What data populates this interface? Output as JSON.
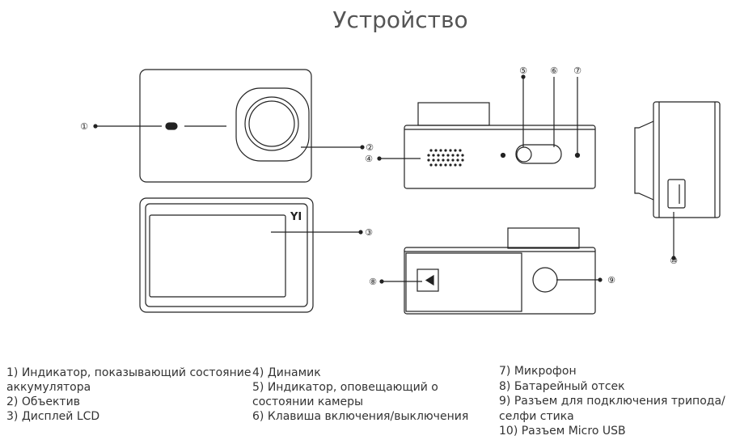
{
  "title": "Устройство",
  "callouts": {
    "c1": "①",
    "c2": "②",
    "c3": "③",
    "c4": "④",
    "c5": "⑤",
    "c6": "⑥",
    "c7": "⑦",
    "c8": "⑧",
    "c9": "⑨",
    "c10": "⑩"
  },
  "logo": "YI",
  "legend": {
    "col1": [
      "1) Индикатор, показывающий состояние аккумулятора",
      "2) Объектив",
      "3) Дисплей LCD"
    ],
    "col2": [
      "4) Динамик",
      "5) Индикатор, оповещающий о состоянии камеры",
      "6) Клавиша включения/выключения"
    ],
    "col3": [
      "7) Микрофон",
      "8) Батарейный отсек",
      "9) Разъем для подключения трипода/селфи стика",
      "10) Разъем Micro USB"
    ]
  }
}
